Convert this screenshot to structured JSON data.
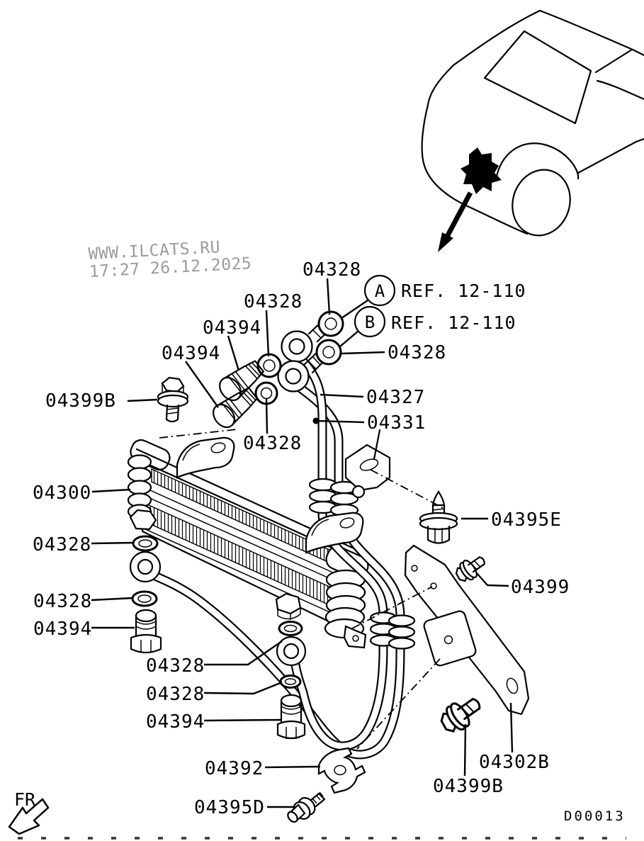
{
  "watermark": {
    "line1": "WWW.ILCATS.RU",
    "line2": "17:27 26.12.2025",
    "color": "#9b9b9b"
  },
  "ref_markers": [
    {
      "letter": "A",
      "ref_text": "REF. 12-110"
    },
    {
      "letter": "B",
      "ref_text": "REF. 12-110"
    }
  ],
  "part_labels": [
    {
      "part": "04328"
    },
    {
      "part": "04328"
    },
    {
      "part": "04394"
    },
    {
      "part": "04394"
    },
    {
      "part": "04399B"
    },
    {
      "part": "04328"
    },
    {
      "part": "04327"
    },
    {
      "part": "04331"
    },
    {
      "part": "04328"
    },
    {
      "part": "04300"
    },
    {
      "part": "04395E"
    },
    {
      "part": "04328"
    },
    {
      "part": "04399"
    },
    {
      "part": "04328"
    },
    {
      "part": "04394"
    },
    {
      "part": "04328"
    },
    {
      "part": "04328"
    },
    {
      "part": "04394"
    },
    {
      "part": "04392"
    },
    {
      "part": "04302B"
    },
    {
      "part": "04399B"
    },
    {
      "part": "04395D"
    }
  ],
  "fr_label": "FR",
  "drawing_code": "D00013"
}
